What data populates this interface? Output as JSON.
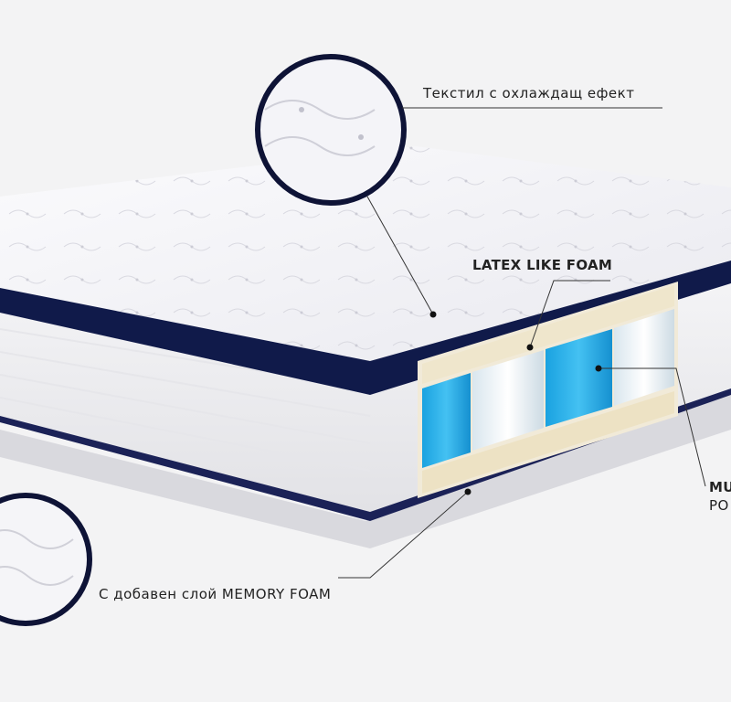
{
  "background_color": "#f3f3f4",
  "accent_color": "#101a4a",
  "callouts": {
    "cooling_fabric": "Текстил с охлаждащ ефект",
    "latex_foam": "LATEX LIKE FOAM",
    "pocket_line1": "MU",
    "pocket_line2": "PO",
    "memory_foam": "С добавен слой MEMORY FOAM"
  }
}
